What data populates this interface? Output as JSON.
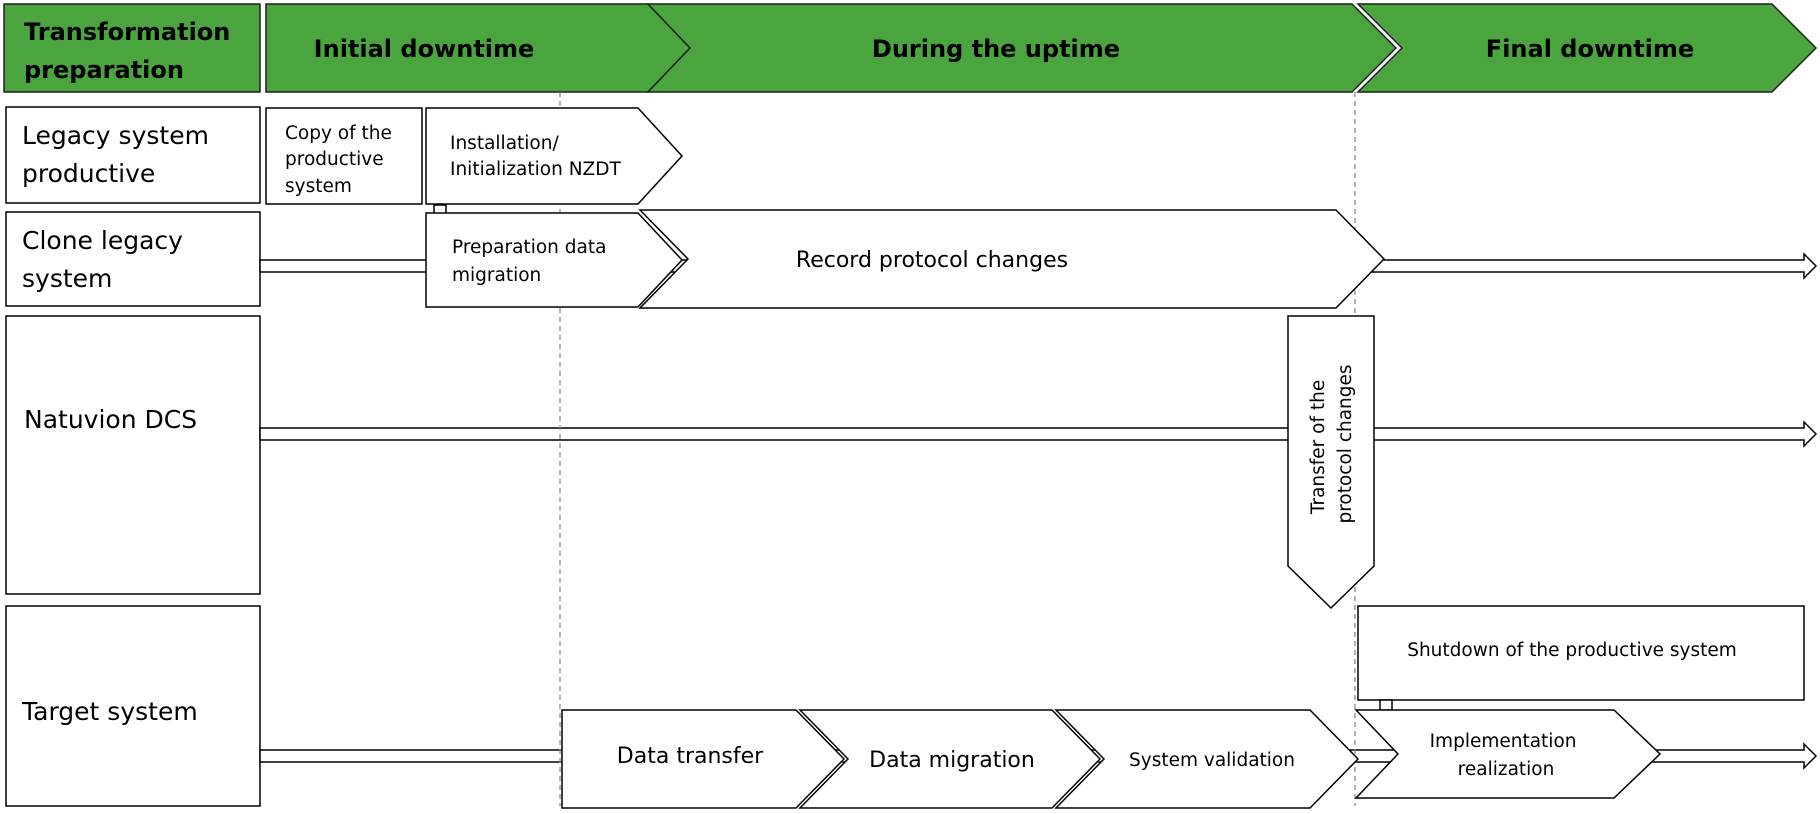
{
  "colors": {
    "phase_green": "#4ba53f",
    "legacy_lane": "#e6f0db",
    "dcs_lane": "#dfe9f6",
    "target_lane": "#f8e4d7",
    "timeline_legacy": "#e6f0db",
    "timeline_dcs": "#dfe9f6",
    "timeline_target": "#f8e4d7"
  },
  "phases": {
    "header": [
      "Transformation",
      "preparation"
    ],
    "initial": "Initial downtime",
    "uptime": "During the uptime",
    "final": "Final downtime"
  },
  "lanes": {
    "legacy": [
      "Legacy system",
      "productive"
    ],
    "clone": [
      "Clone legacy",
      "system"
    ],
    "dcs": "Natuvion DCS",
    "target": "Target system"
  },
  "steps": {
    "copy": [
      "Copy of the",
      "productive",
      "system"
    ],
    "install": [
      "Installation/",
      "Initialization NZDT"
    ],
    "prep": [
      "Preparation data",
      "migration"
    ],
    "record": "Record protocol changes",
    "transfer_changes": [
      "Transfer  of the",
      "protocol changes"
    ],
    "shutdown": "Shutdown of the productive system",
    "data_transfer": "Data transfer",
    "data_migration": "Data migration",
    "validation": "System validation",
    "implementation": [
      "Implementation",
      "realization"
    ]
  }
}
